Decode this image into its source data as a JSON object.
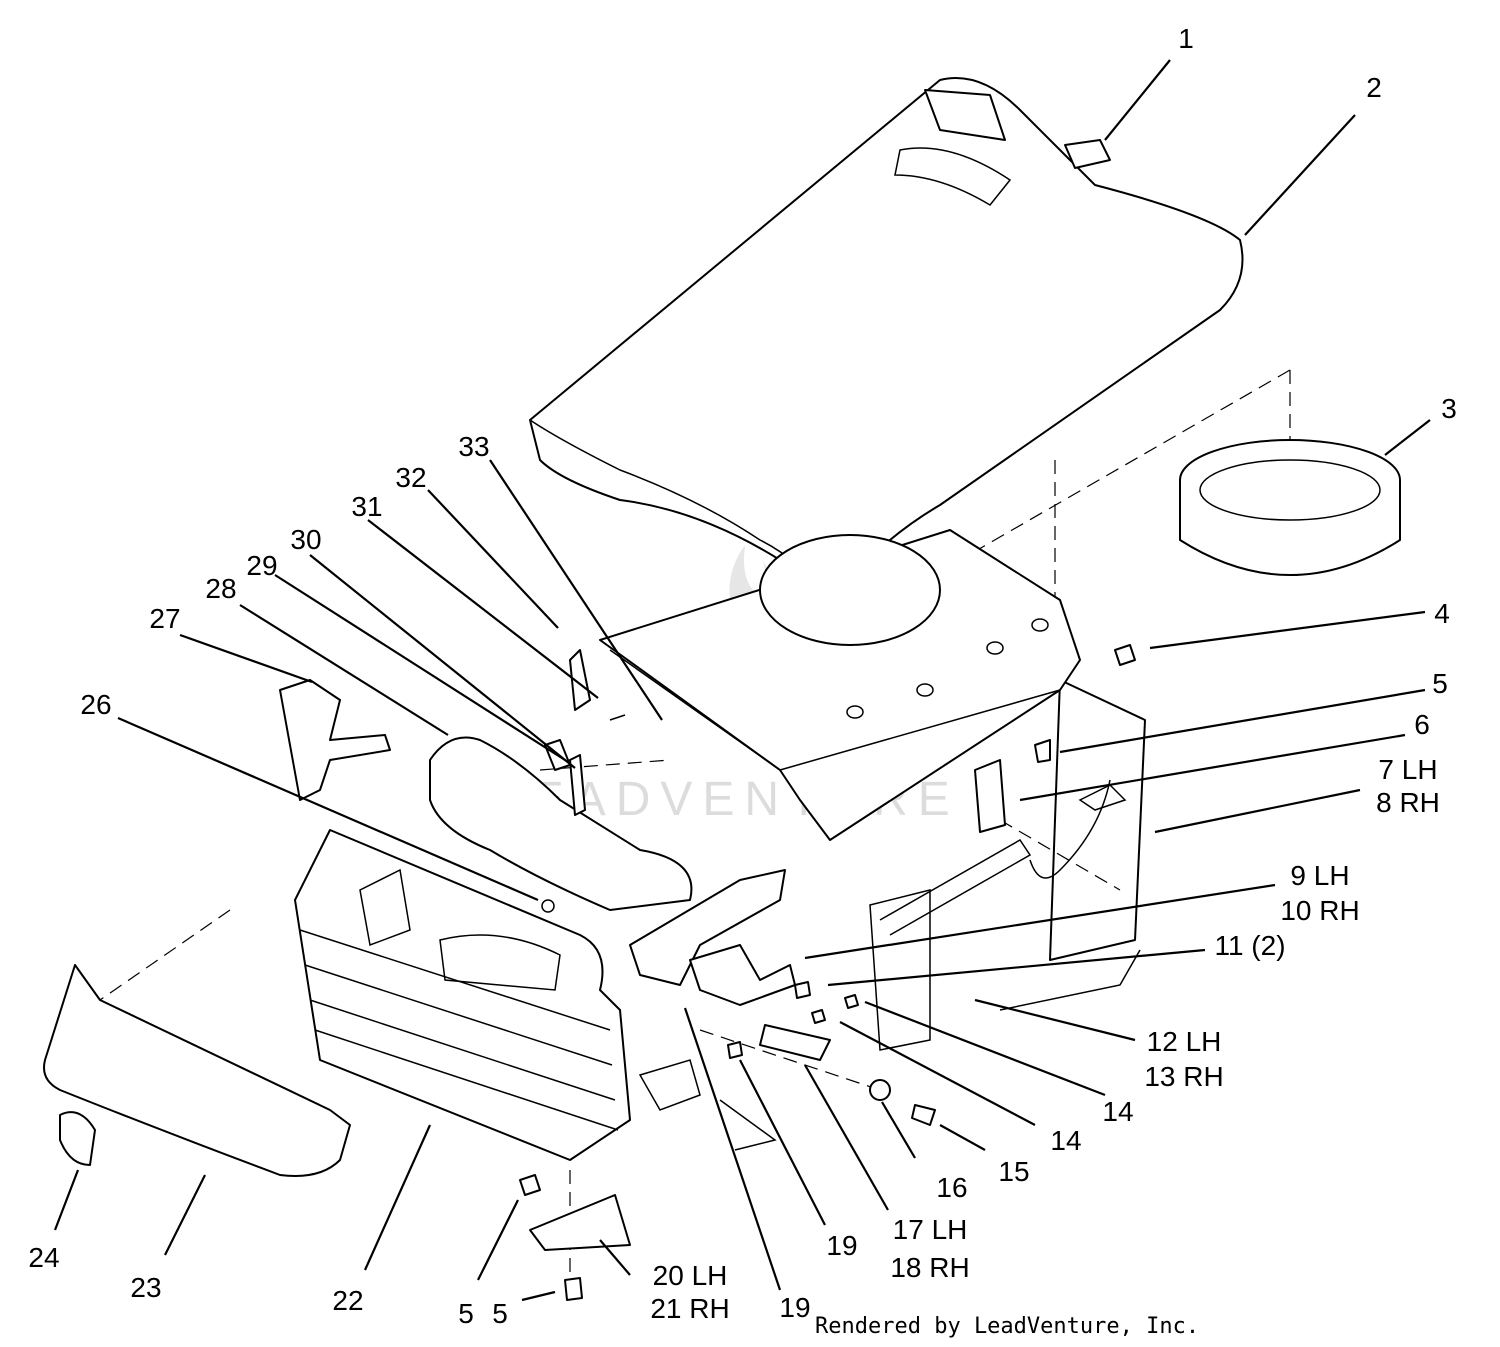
{
  "callouts": [
    {
      "id": "c1",
      "lines": [
        "1"
      ]
    },
    {
      "id": "c2",
      "lines": [
        "2"
      ]
    },
    {
      "id": "c3",
      "lines": [
        "3"
      ]
    },
    {
      "id": "c4",
      "lines": [
        "4"
      ]
    },
    {
      "id": "c5a",
      "lines": [
        "5"
      ]
    },
    {
      "id": "c6",
      "lines": [
        "6"
      ]
    },
    {
      "id": "c7",
      "lines": [
        "7 LH",
        "8 RH"
      ]
    },
    {
      "id": "c9",
      "lines": [
        "9 LH",
        "10 RH"
      ]
    },
    {
      "id": "c11",
      "lines": [
        "11 (2)"
      ]
    },
    {
      "id": "c12",
      "lines": [
        "12 LH",
        "13 RH"
      ]
    },
    {
      "id": "c14a",
      "lines": [
        "14"
      ]
    },
    {
      "id": "c14b",
      "lines": [
        "14"
      ]
    },
    {
      "id": "c15",
      "lines": [
        "15"
      ]
    },
    {
      "id": "c16",
      "lines": [
        "16"
      ]
    },
    {
      "id": "c17",
      "lines": [
        "17 LH",
        "18 RH"
      ]
    },
    {
      "id": "c19a",
      "lines": [
        "19"
      ]
    },
    {
      "id": "c19b",
      "lines": [
        "19"
      ]
    },
    {
      "id": "c20",
      "lines": [
        "20 LH",
        "21 RH"
      ]
    },
    {
      "id": "c5b",
      "lines": [
        "5"
      ]
    },
    {
      "id": "c5c",
      "lines": [
        "5"
      ]
    },
    {
      "id": "c22",
      "lines": [
        "22"
      ]
    },
    {
      "id": "c23",
      "lines": [
        "23"
      ]
    },
    {
      "id": "c24",
      "lines": [
        "24"
      ]
    },
    {
      "id": "c26",
      "lines": [
        "26"
      ]
    },
    {
      "id": "c27",
      "lines": [
        "27"
      ]
    },
    {
      "id": "c28",
      "lines": [
        "28"
      ]
    },
    {
      "id": "c29",
      "lines": [
        "29"
      ]
    },
    {
      "id": "c30",
      "lines": [
        "30"
      ]
    },
    {
      "id": "c31",
      "lines": [
        "31"
      ]
    },
    {
      "id": "c32",
      "lines": [
        "32"
      ]
    },
    {
      "id": "c33",
      "lines": [
        "33"
      ]
    }
  ],
  "credit": "Rendered by LeadVenture, Inc.",
  "watermark": "LEADVENTURE"
}
